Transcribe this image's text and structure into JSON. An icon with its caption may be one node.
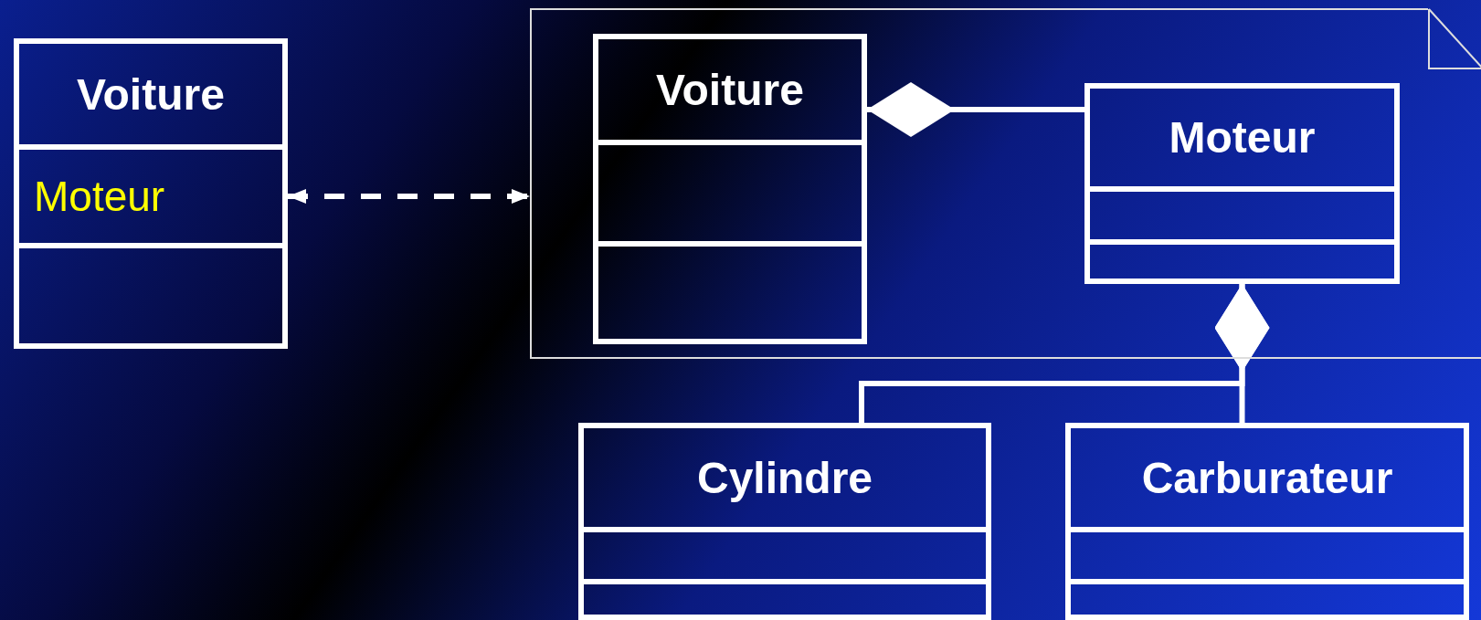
{
  "diagram": {
    "nodes": [
      {
        "text": [
          "Voiture",
          "Moteur"
        ]
      },
      {
        "text": [],
        "shape": "note"
      },
      {
        "text": [
          "Voiture"
        ],
        "in": 1
      },
      {
        "text": [
          "Moteur"
        ],
        "in": 1
      },
      {
        "text": [
          "Cylindre"
        ]
      },
      {
        "text": [
          "Carburateur"
        ]
      }
    ],
    "edges": [
      {
        "from": 0,
        "to": 1,
        "arrow": "both",
        "style": "dashed"
      },
      {
        "from": 2,
        "to": 3,
        "arrow": "other"
      },
      {
        "from": 3,
        "to": 4,
        "arrow": "other"
      },
      {
        "from": 3,
        "to": 5,
        "arrow": "other"
      }
    ]
  }
}
